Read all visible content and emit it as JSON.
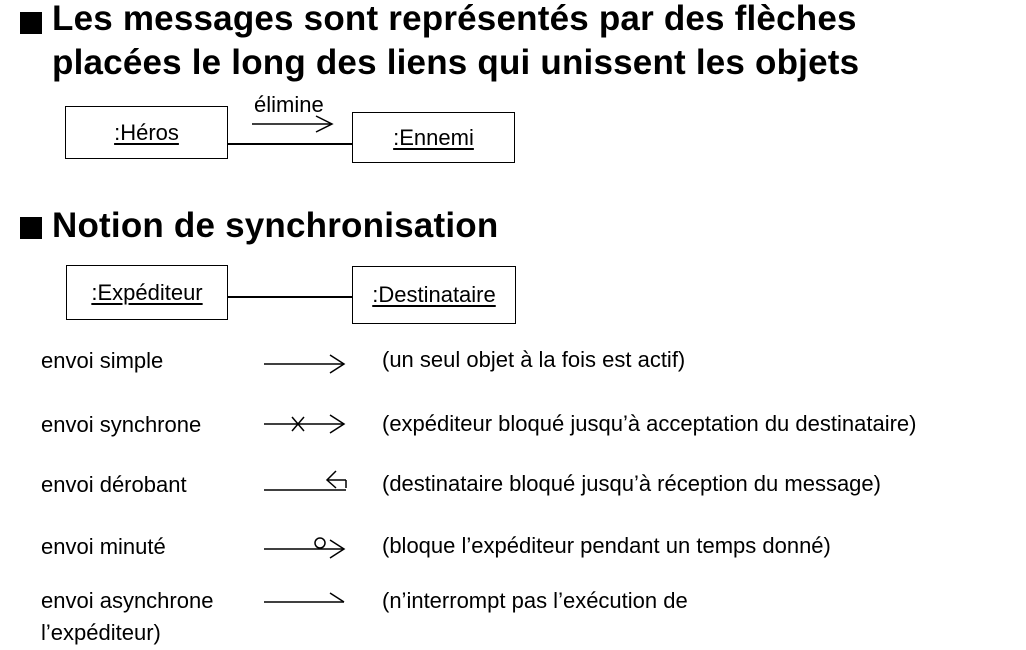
{
  "section1": {
    "heading_line1": "Les messages sont représentés par des flèches",
    "heading_line2": "placées le long des liens qui unissent les objets",
    "object_left": ":Héros",
    "object_right": ":Ennemi",
    "message_label": "élimine"
  },
  "section2": {
    "heading": "Notion de synchronisation",
    "object_left": ":Expéditeur",
    "object_right": ":Destinataire"
  },
  "sync_types": [
    {
      "label": "envoi simple",
      "description": "(un seul objet à la fois est actif)",
      "arrow_icon": "simple-arrow-icon"
    },
    {
      "label": "envoi synchrone",
      "description": "(expéditeur bloqué jusqu’à acceptation du destinataire)",
      "arrow_icon": "synchronous-arrow-icon"
    },
    {
      "label": "envoi dérobant",
      "description": "(destinataire bloqué jusqu’à réception du message)",
      "arrow_icon": "balking-arrow-icon"
    },
    {
      "label": "envoi minuté",
      "description": "(bloque l’expéditeur pendant un temps donné)",
      "arrow_icon": "timeout-arrow-icon"
    },
    {
      "label": "envoi asynchrone\nl’expéditeur)",
      "description": "(n’interrompt pas l’exécution de",
      "arrow_icon": "asynchronous-arrow-icon"
    }
  ]
}
